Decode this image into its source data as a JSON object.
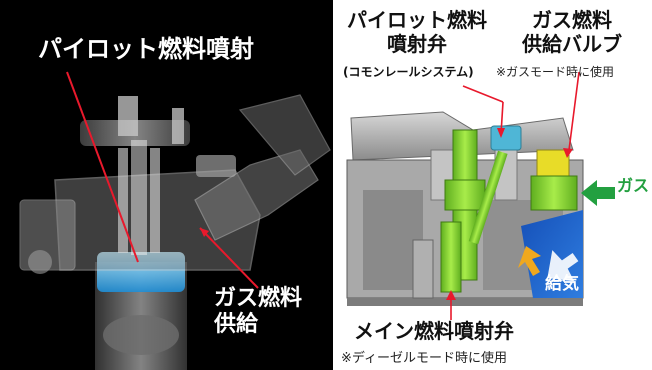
{
  "left_panel": {
    "pilot_injection_label": "パイロット燃料噴射",
    "gas_supply_label_line1": "ガス燃料",
    "gas_supply_label_line2": "供給"
  },
  "right_panel": {
    "pilot_valve_line1": "パイロット燃料",
    "pilot_valve_line2": "噴射弁",
    "common_rail_note": "(コモンレールシステム)",
    "gas_valve_line1": "ガス燃料",
    "gas_valve_line2": "供給バルブ",
    "gas_mode_note": "※ガスモード時に使用",
    "gas_arrow_label": "ガス",
    "air_intake_label": "給気",
    "main_valve_label": "メイン燃料噴射弁",
    "diesel_mode_note": "※ディーゼルモード時に使用"
  },
  "colors": {
    "arrow_red": "#e8192c",
    "gas_green": "#23a040",
    "valve_green": "#8ad630",
    "air_blue": "#1d5fc9",
    "injection_yellow": "#f0a81e"
  }
}
